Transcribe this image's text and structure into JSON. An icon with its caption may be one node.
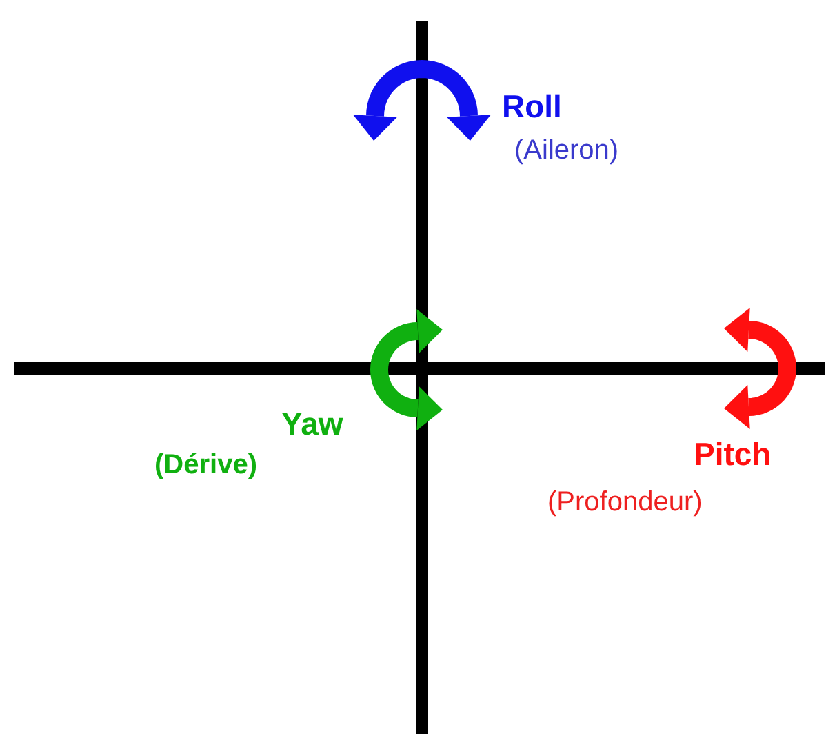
{
  "diagram": {
    "labels": [
      "Roll",
      "(Aileron)",
      "Yaw",
      "(Dérive)",
      "Pitch",
      "(Profondeur)"
    ]
  }
}
